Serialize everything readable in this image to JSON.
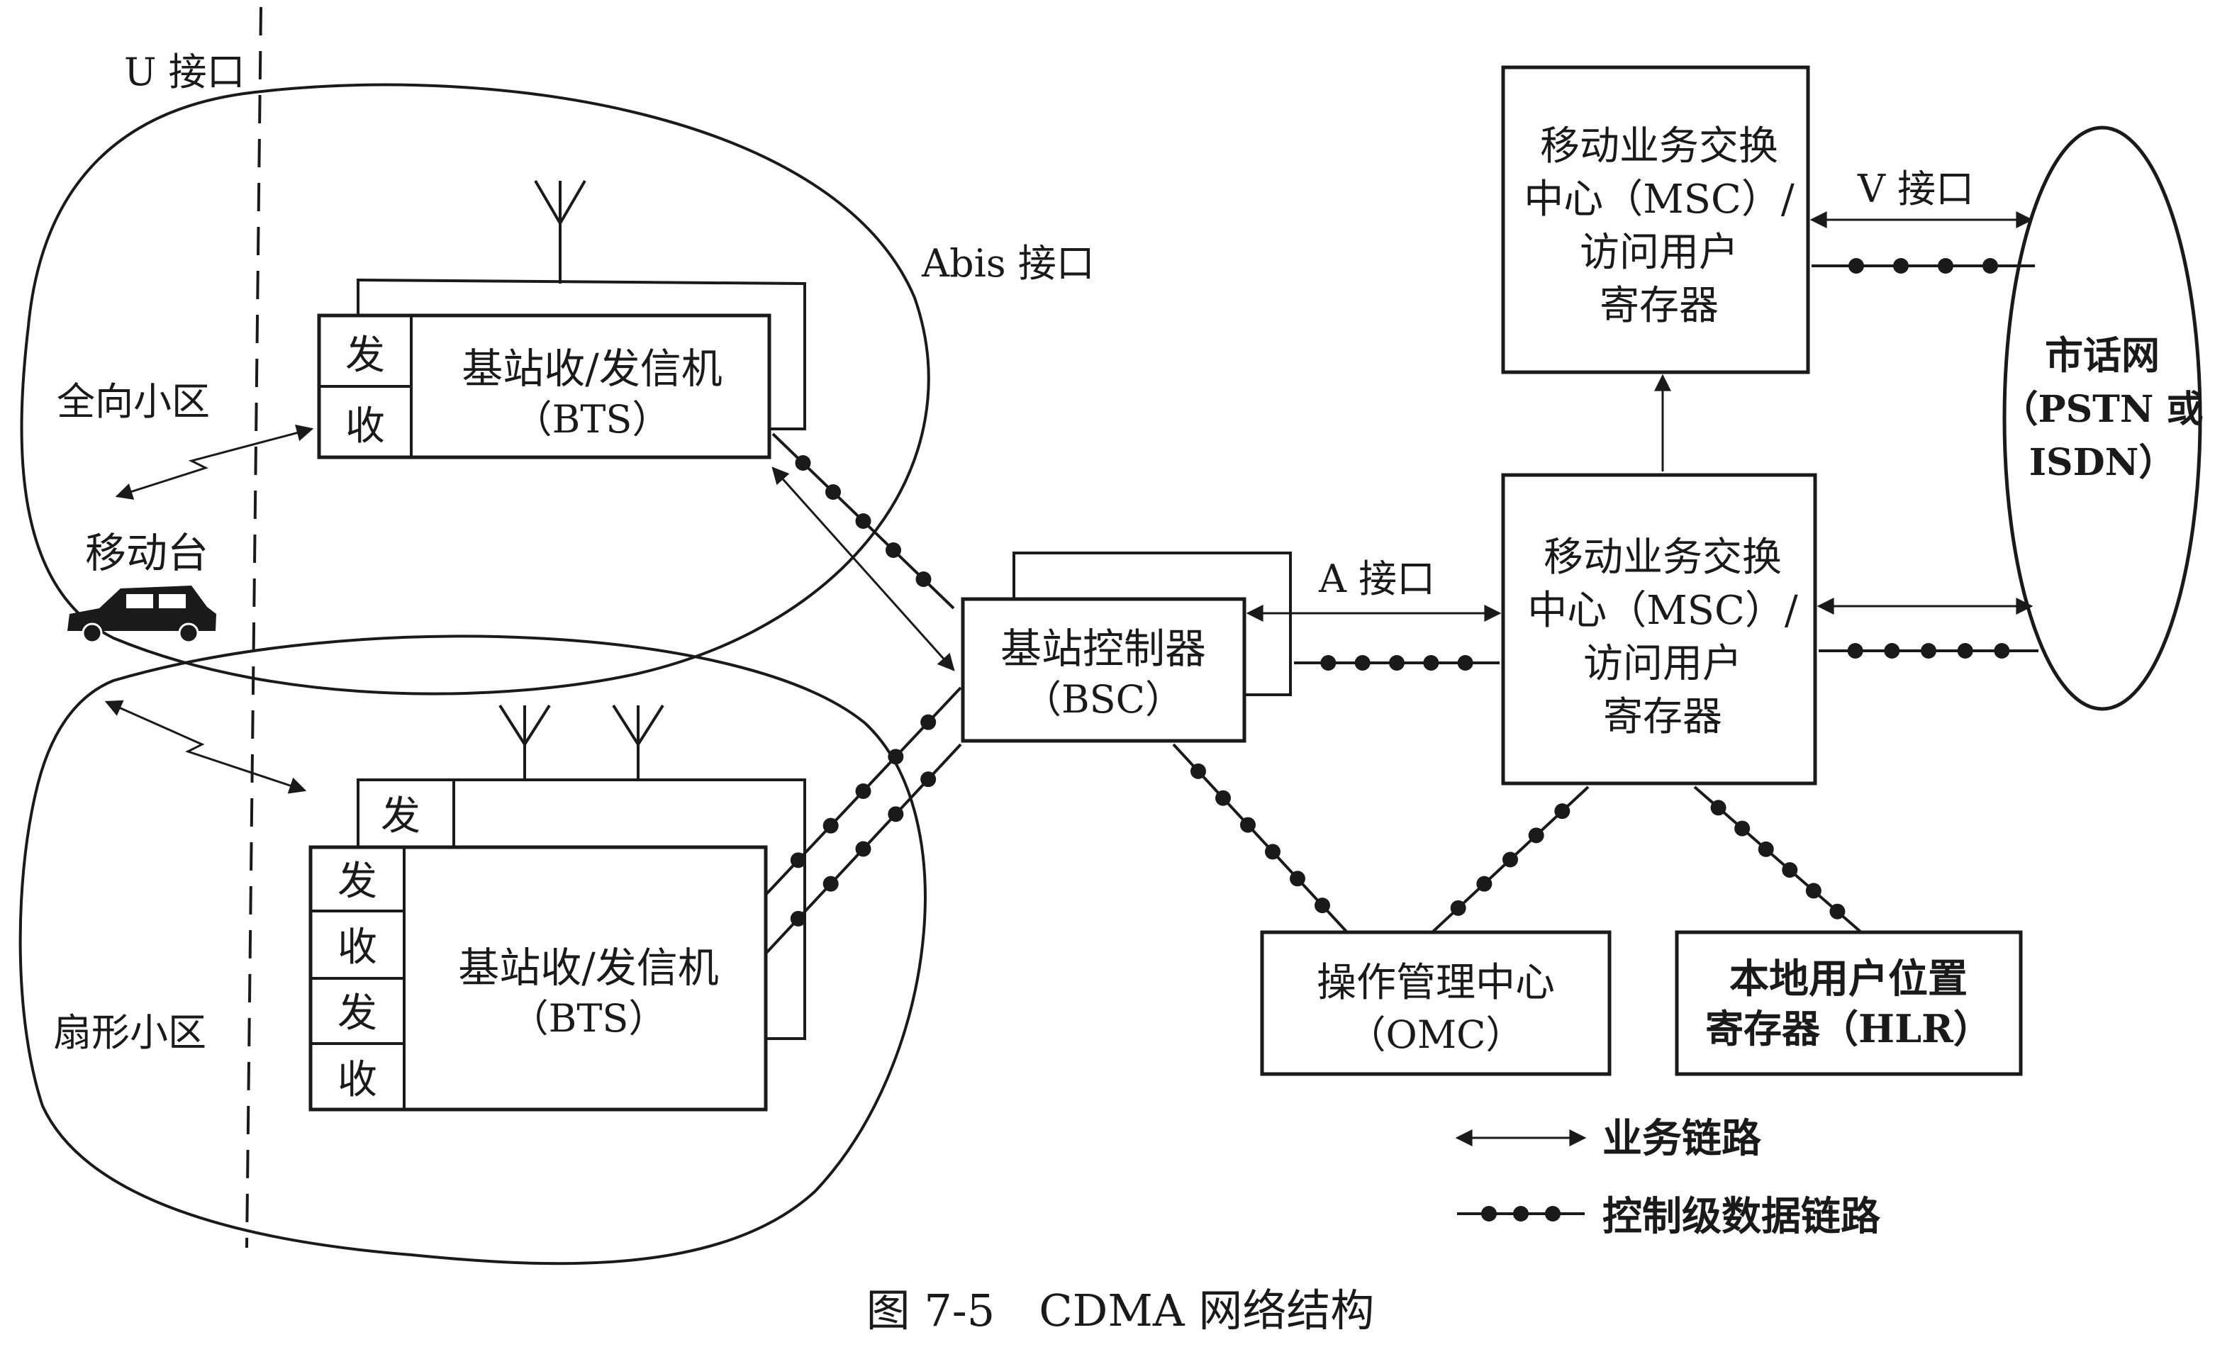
{
  "interfaces": {
    "u": "U 接口",
    "abis": "Abis 接口",
    "a": "A 接口",
    "v": "V 接口"
  },
  "cells": {
    "omni": "全向小区",
    "sector": "扇形小区"
  },
  "mobile": "移动台",
  "bts_top": {
    "name": "基站收/发信机",
    "abbr": "（BTS）",
    "tx": "发",
    "rx": "收"
  },
  "bts_bottom": {
    "name": "基站收/发信机",
    "abbr": "（BTS）",
    "tx": "发",
    "tx1": "发",
    "rx1": "收",
    "tx2": "发",
    "rx2": "收"
  },
  "bsc": {
    "name": "基站控制器",
    "abbr": "（BSC）"
  },
  "msc_top": {
    "line1": "移动业务交换",
    "line2": "中心（MSC）/",
    "line3": "访问用户",
    "line4": "寄存器"
  },
  "msc_main": {
    "line1": "移动业务交换",
    "line2": "中心（MSC）/",
    "line3": "访问用户",
    "line4": "寄存器"
  },
  "pstn": {
    "line1": "市话网",
    "line2": "（PSTN 或",
    "line3": "ISDN）"
  },
  "omc": {
    "line1": "操作管理中心",
    "line2": "（OMC）"
  },
  "hlr": {
    "line1": "本地用户位置",
    "line2": "寄存器（HLR）"
  },
  "legend": {
    "traffic": "业务链路",
    "control": "控制级数据链路"
  },
  "caption": "图 7-5　CDMA 网络结构"
}
